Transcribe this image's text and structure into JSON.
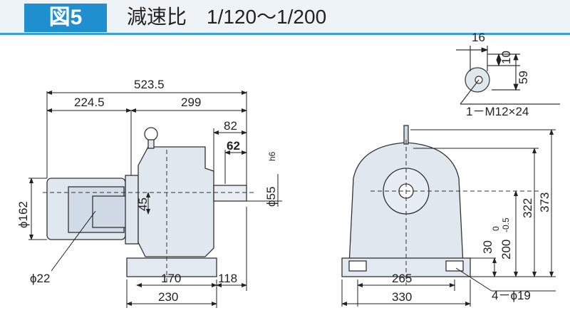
{
  "header": {
    "figure_label": "図5",
    "title": "減速比　1/120～1/200"
  },
  "dimensions": {
    "total_length": "523.5",
    "motor_length": "224.5",
    "gear_length": "299",
    "shaft_reach": "82",
    "shaft_length": "62",
    "shaft_dia": "ϕ55",
    "shaft_tol": "h6",
    "motor_dia": "ϕ162",
    "offset": "45",
    "cable_dia": "ϕ22",
    "base_inner": "170",
    "base_outer": "230",
    "base_offset": "118",
    "key_width": "16",
    "key_depth": "10",
    "shaft_height_small": "59",
    "tap": "1－M12×24",
    "foot_inner": "265",
    "foot_outer": "330",
    "height_total": "373",
    "height_center": "322",
    "base_thick": "30",
    "center_height": "200",
    "center_tol_upper": "0",
    "center_tol_lower": "-0.5",
    "bolt_holes": "4－ϕ19"
  },
  "colors": {
    "accent": "#1f8fcf",
    "body": "#dfe7ef",
    "line": "#333333"
  }
}
